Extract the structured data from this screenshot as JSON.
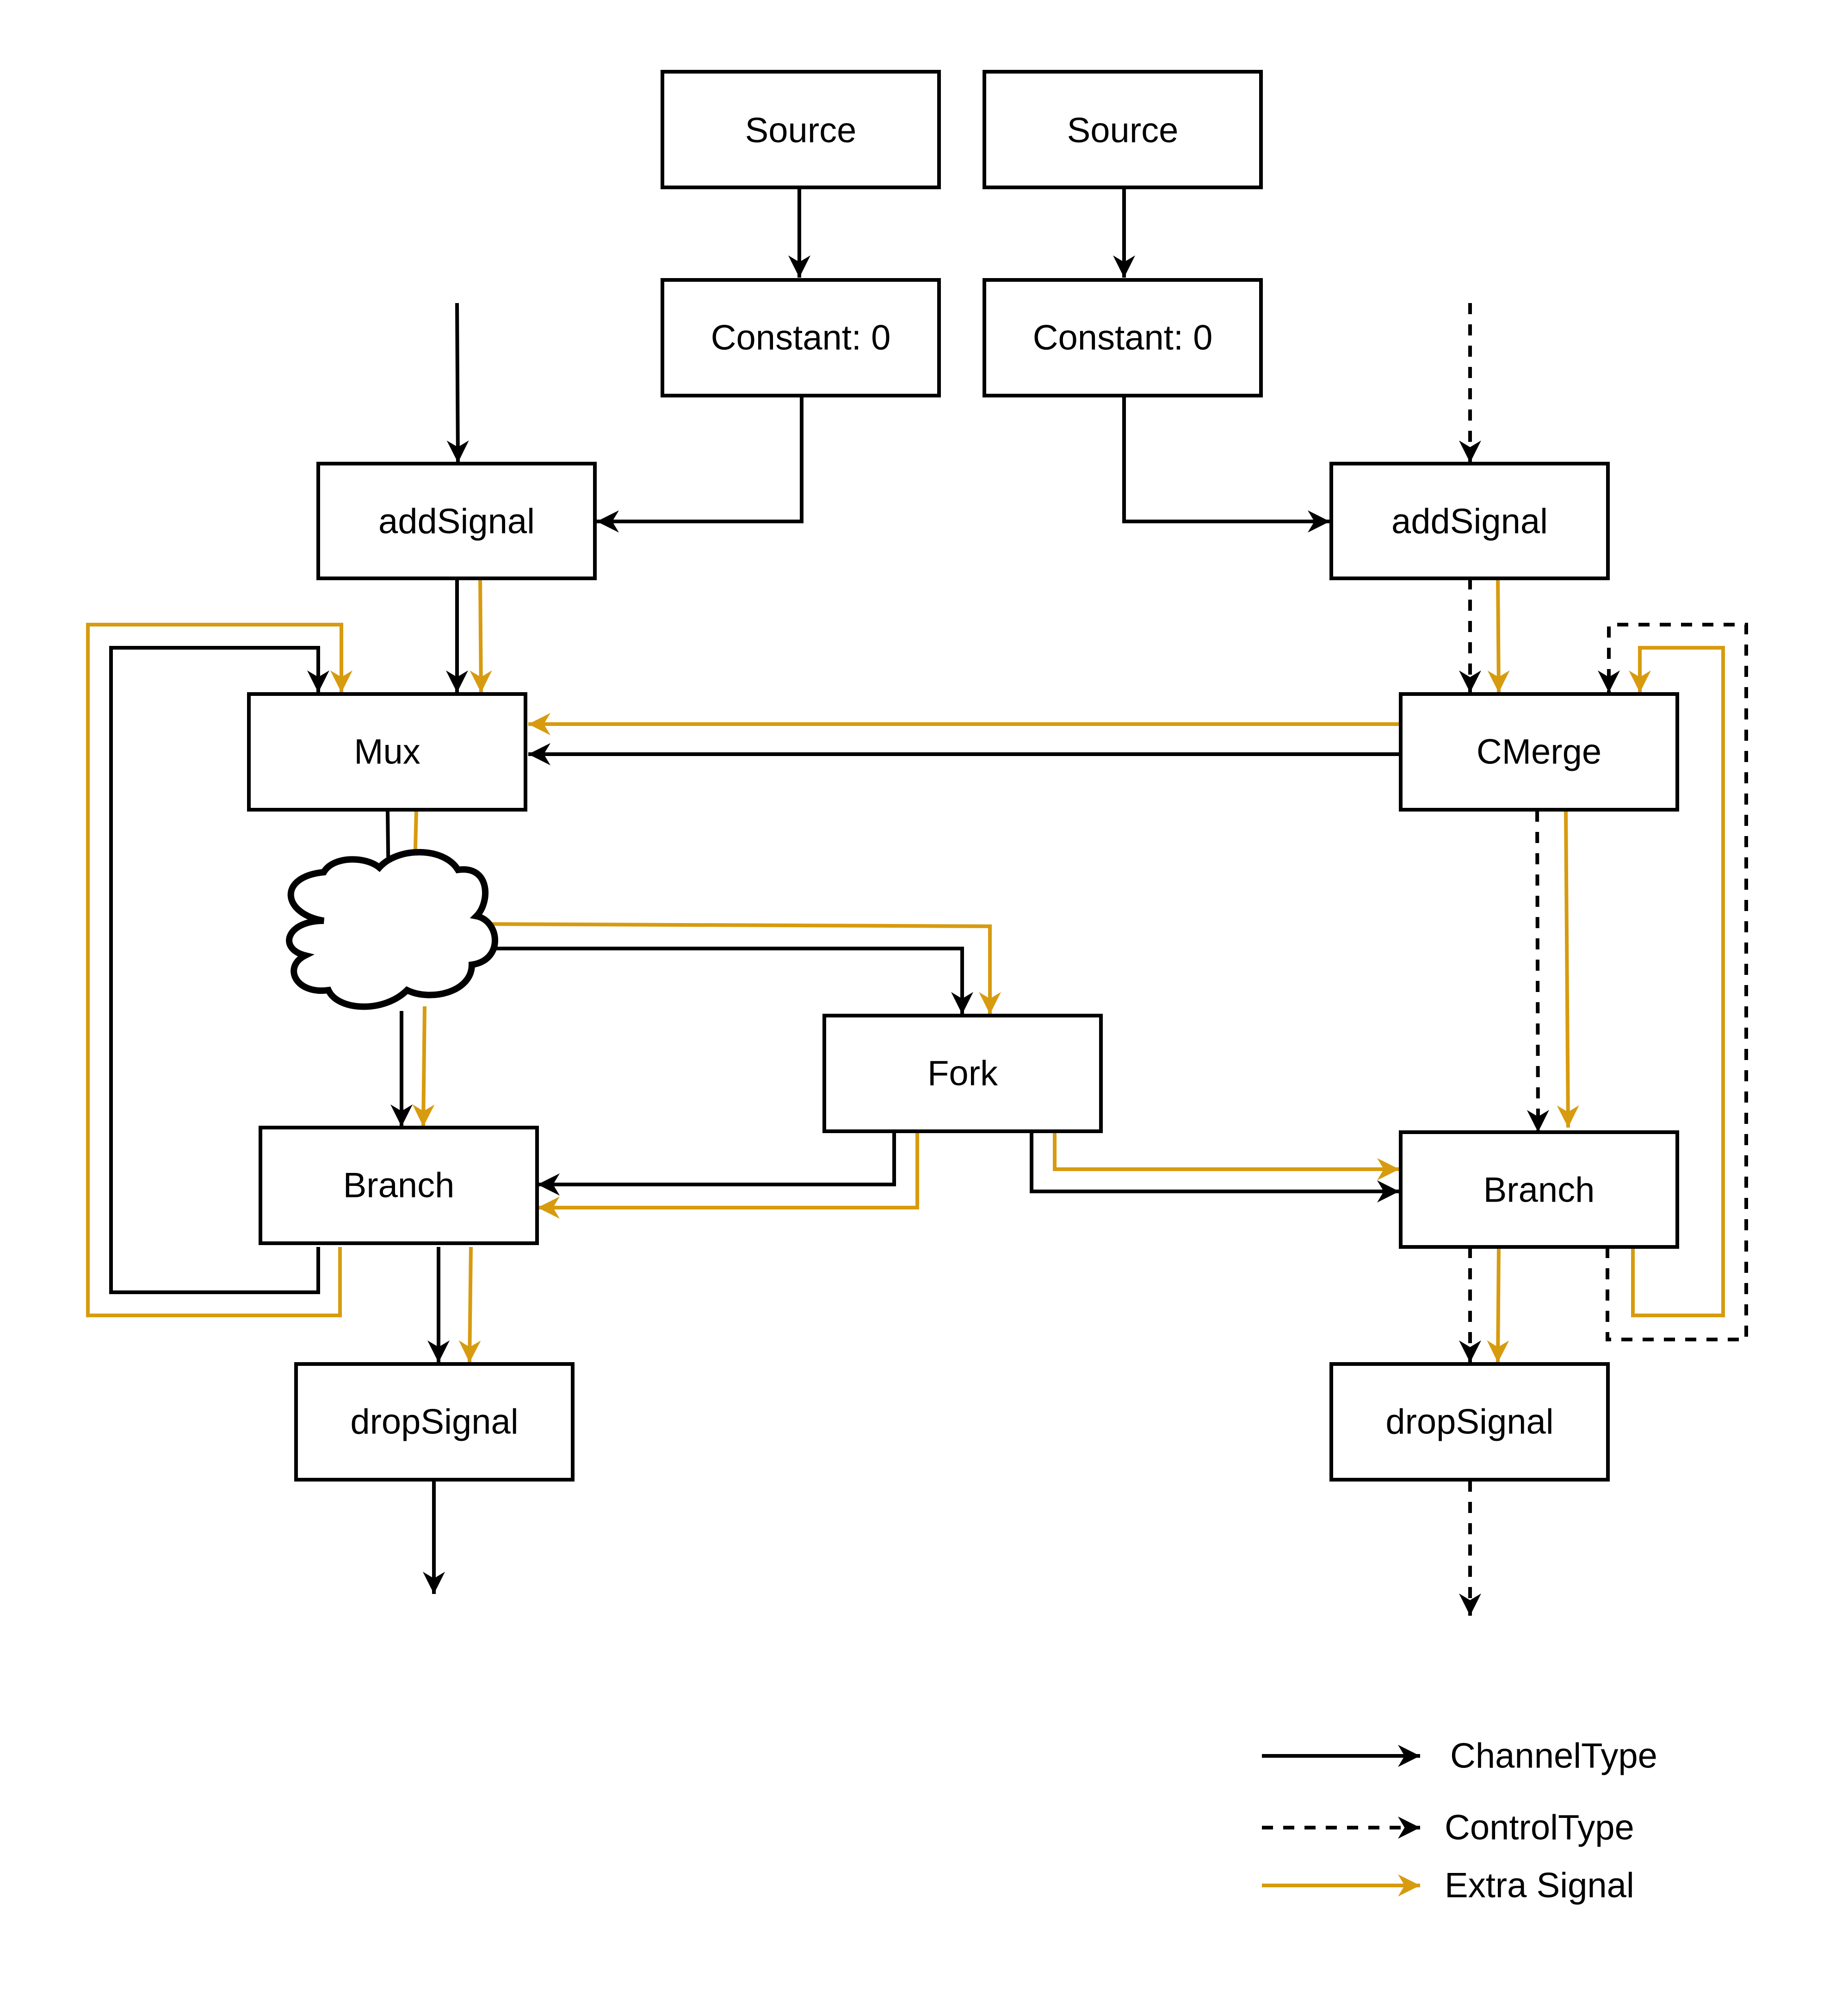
{
  "nodes": {
    "source_left": "Source",
    "source_right": "Source",
    "constant_left": "Constant: 0",
    "constant_right": "Constant: 0",
    "addsignal_left": "addSignal",
    "addsignal_right": "addSignal",
    "mux": "Mux",
    "cmerge": "CMerge",
    "fork": "Fork",
    "branch_left": "Branch",
    "branch_right": "Branch",
    "dropsignal_left": "dropSignal",
    "dropsignal_right": "dropSignal"
  },
  "legend": {
    "channel": "ChannelType",
    "control": "ControlType",
    "extra": "Extra Signal"
  },
  "colors": {
    "channel": "#000000",
    "control": "#000000",
    "extra": "#D79B0F"
  },
  "icons": {
    "cloud": "cloud-icon"
  }
}
